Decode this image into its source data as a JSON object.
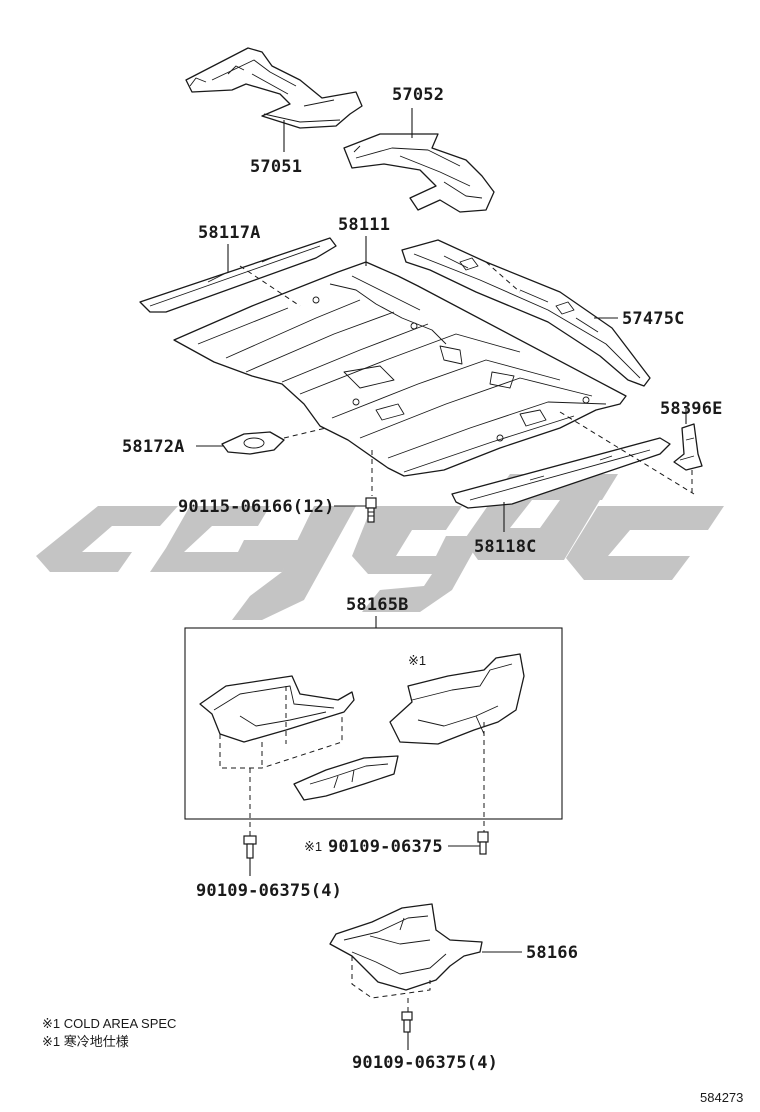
{
  "diagram": {
    "watermark_color": "#c4c4c4",
    "line_color": "#1a1a1a",
    "parts": {
      "p57052": "57052",
      "p57051": "57051",
      "p58111": "58111",
      "p58117A": "58117A",
      "p57475C": "57475C",
      "p58396E": "58396E",
      "p58172A": "58172A",
      "p90115": "90115-06166(12)",
      "p58118C": "58118C",
      "p58165B": "58165B",
      "p90109a": "90109-06375",
      "p90109a_mark": "※1",
      "p90109b": "90109-06375(4)",
      "p58166": "58166",
      "p90109c": "90109-06375(4)",
      "inset_mark": "※1"
    },
    "notes": {
      "note1": "※1 COLD AREA SPEC",
      "note2": "※1 寒冷地仕様"
    },
    "diagram_id": "584273"
  }
}
